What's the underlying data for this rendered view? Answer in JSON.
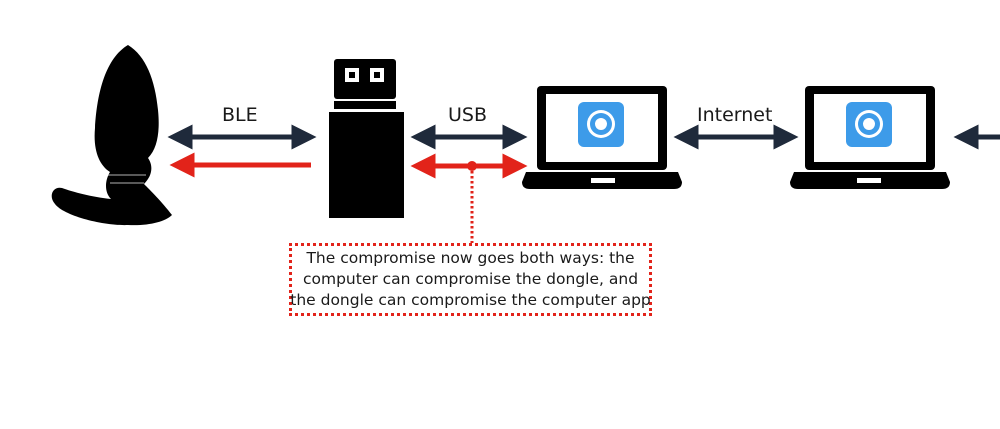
{
  "links": {
    "ble_label": "BLE",
    "usb_label": "USB",
    "internet_label": "Internet"
  },
  "note": {
    "line1": "The compromise now goes both ways: the",
    "line2": "computer can compromise the dongle, and",
    "line3": "the dongle can compromise the computer app"
  },
  "icons": {
    "device": "toy-device-icon",
    "dongle": "usb-dongle-icon",
    "computer": "laptop-icon",
    "app": "camera-app-icon"
  },
  "colors": {
    "ink": "#000000",
    "link_arrow": "#1f2a3b",
    "compromise": "#e2231a",
    "app_tile": "#3d9be9"
  }
}
